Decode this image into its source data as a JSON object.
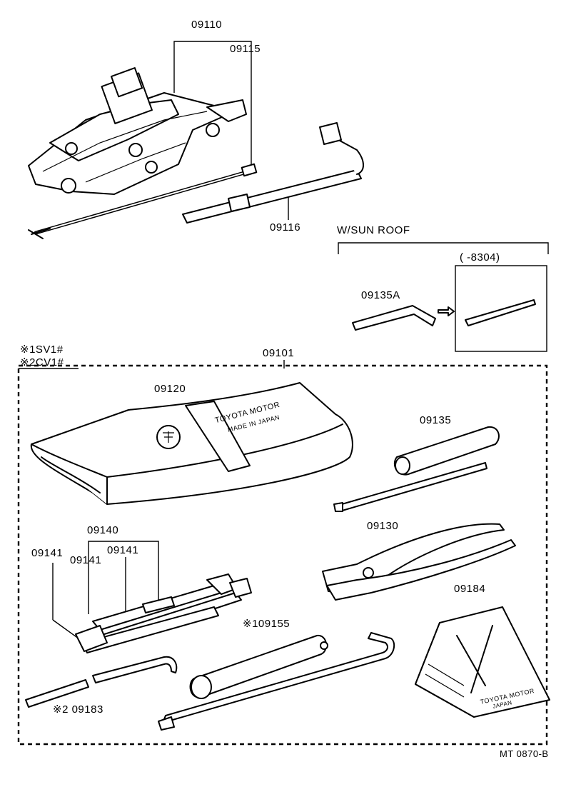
{
  "callouts": {
    "jack_assy": "09110",
    "jack_handle": "09115",
    "wrench_handle": "09116",
    "sunroof_group": "W/SUN ROOF",
    "sunroof_date": "(      -8304)",
    "sunroof_wrench": "09135A",
    "footnote1": "※1SV1#",
    "footnote2": "※2CV1#",
    "tool_set": "09101",
    "tool_bag": "09120",
    "screwdriver": "09135",
    "wrench_set": "09140",
    "wrench_a": "09141",
    "wrench_b": "09141",
    "wrench_c": "09141",
    "pliers": "09130",
    "wheel_chock": "09184",
    "plug_wrench": "※109155",
    "hub_nut_wrench": "※2 09183",
    "figure_code": "MT 0870-B"
  },
  "product_text": {
    "bag_brand": "TOYOTA MOTOR",
    "bag_origin": "MADE IN JAPAN",
    "chock_brand": "TOYOTA MOTOR",
    "chock_origin": "JAPAN"
  }
}
